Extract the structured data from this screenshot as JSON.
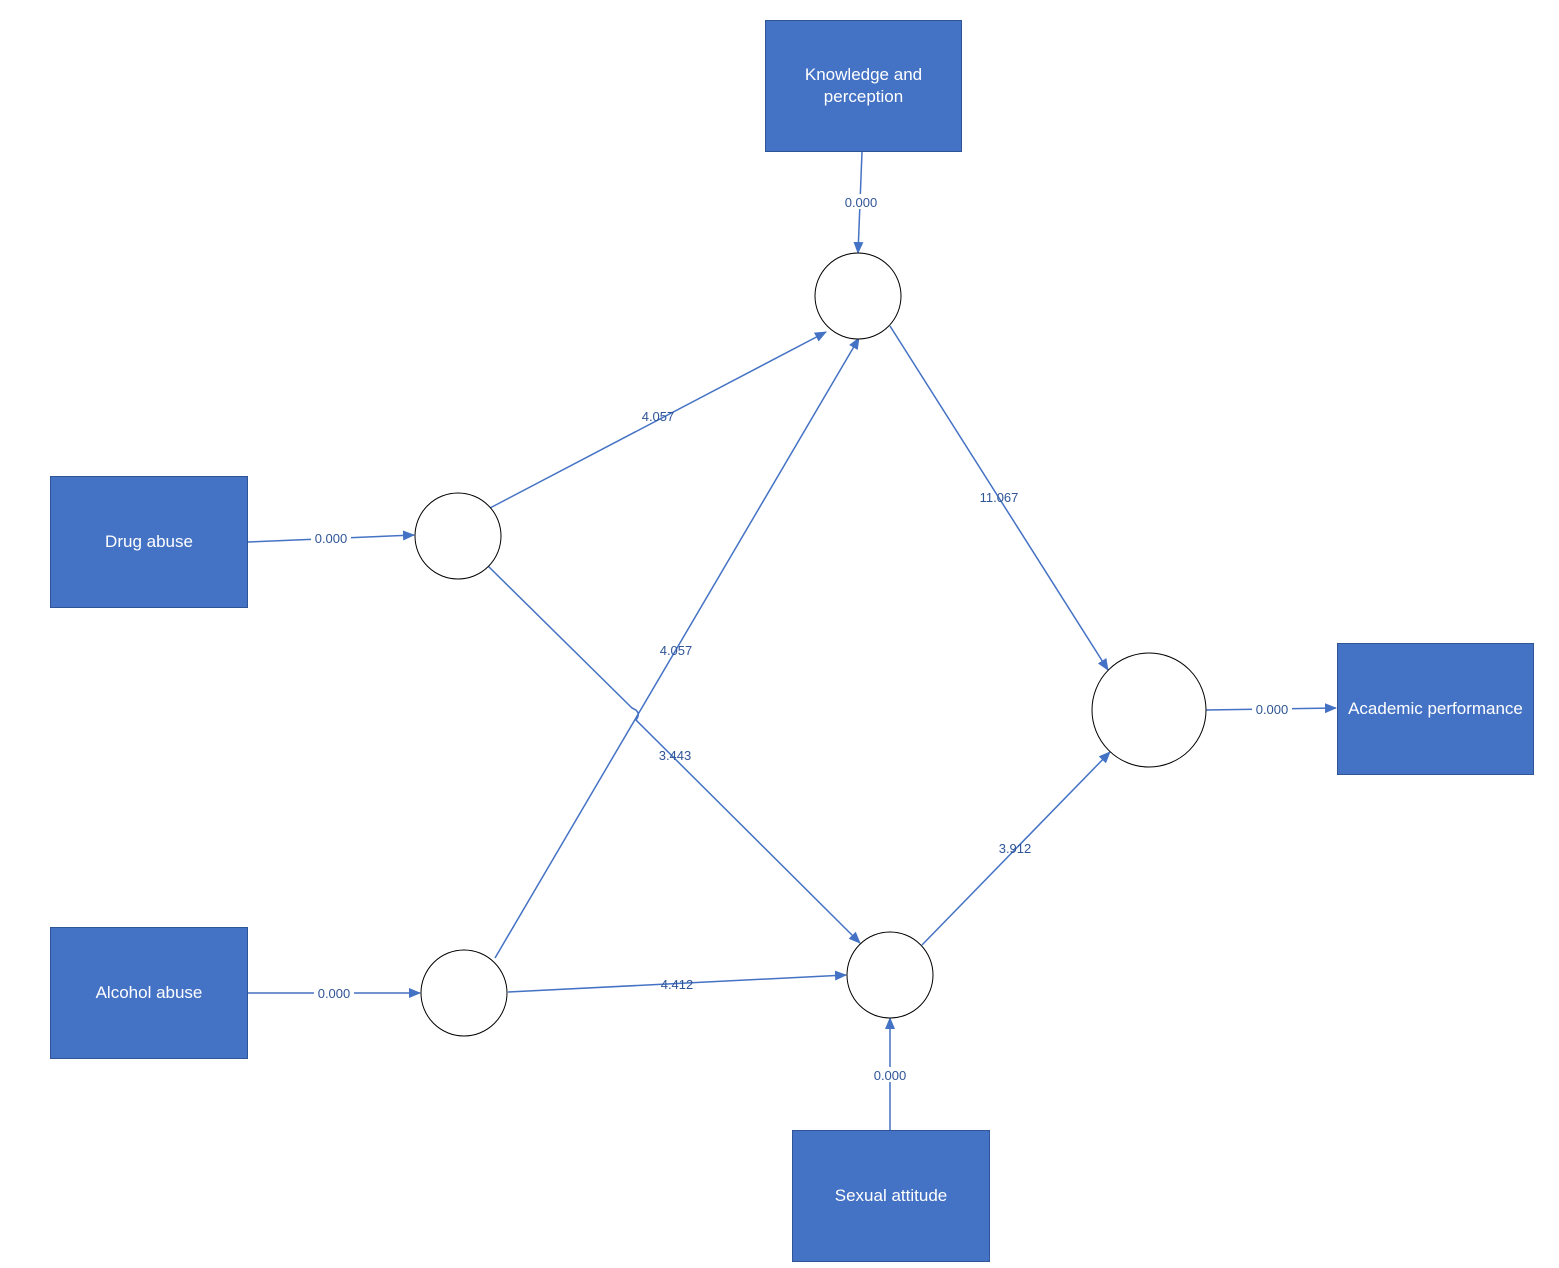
{
  "boxes": {
    "knowledge": "Knowledge and perception",
    "drug": "Drug abuse",
    "alcohol": "Alcohol abuse",
    "sexual": "Sexual attitude",
    "academic": "Academic performance"
  },
  "path_values": {
    "knowledge_to_upper": "0.000",
    "drug_to_left_upper": "0.000",
    "alcohol_to_left_lower": "0.000",
    "sexual_to_lower": "0.000",
    "right_to_academic": "0.000",
    "left_upper_to_upper": "4.057",
    "left_lower_to_upper": "4.057",
    "left_upper_to_lower": "3.443",
    "left_lower_to_lower": "4.412",
    "upper_to_right": "11.067",
    "lower_to_right": "3.912"
  },
  "colors": {
    "box_fill": "#4472C4",
    "line": "#4472C4",
    "label_text": "#2F5597"
  }
}
